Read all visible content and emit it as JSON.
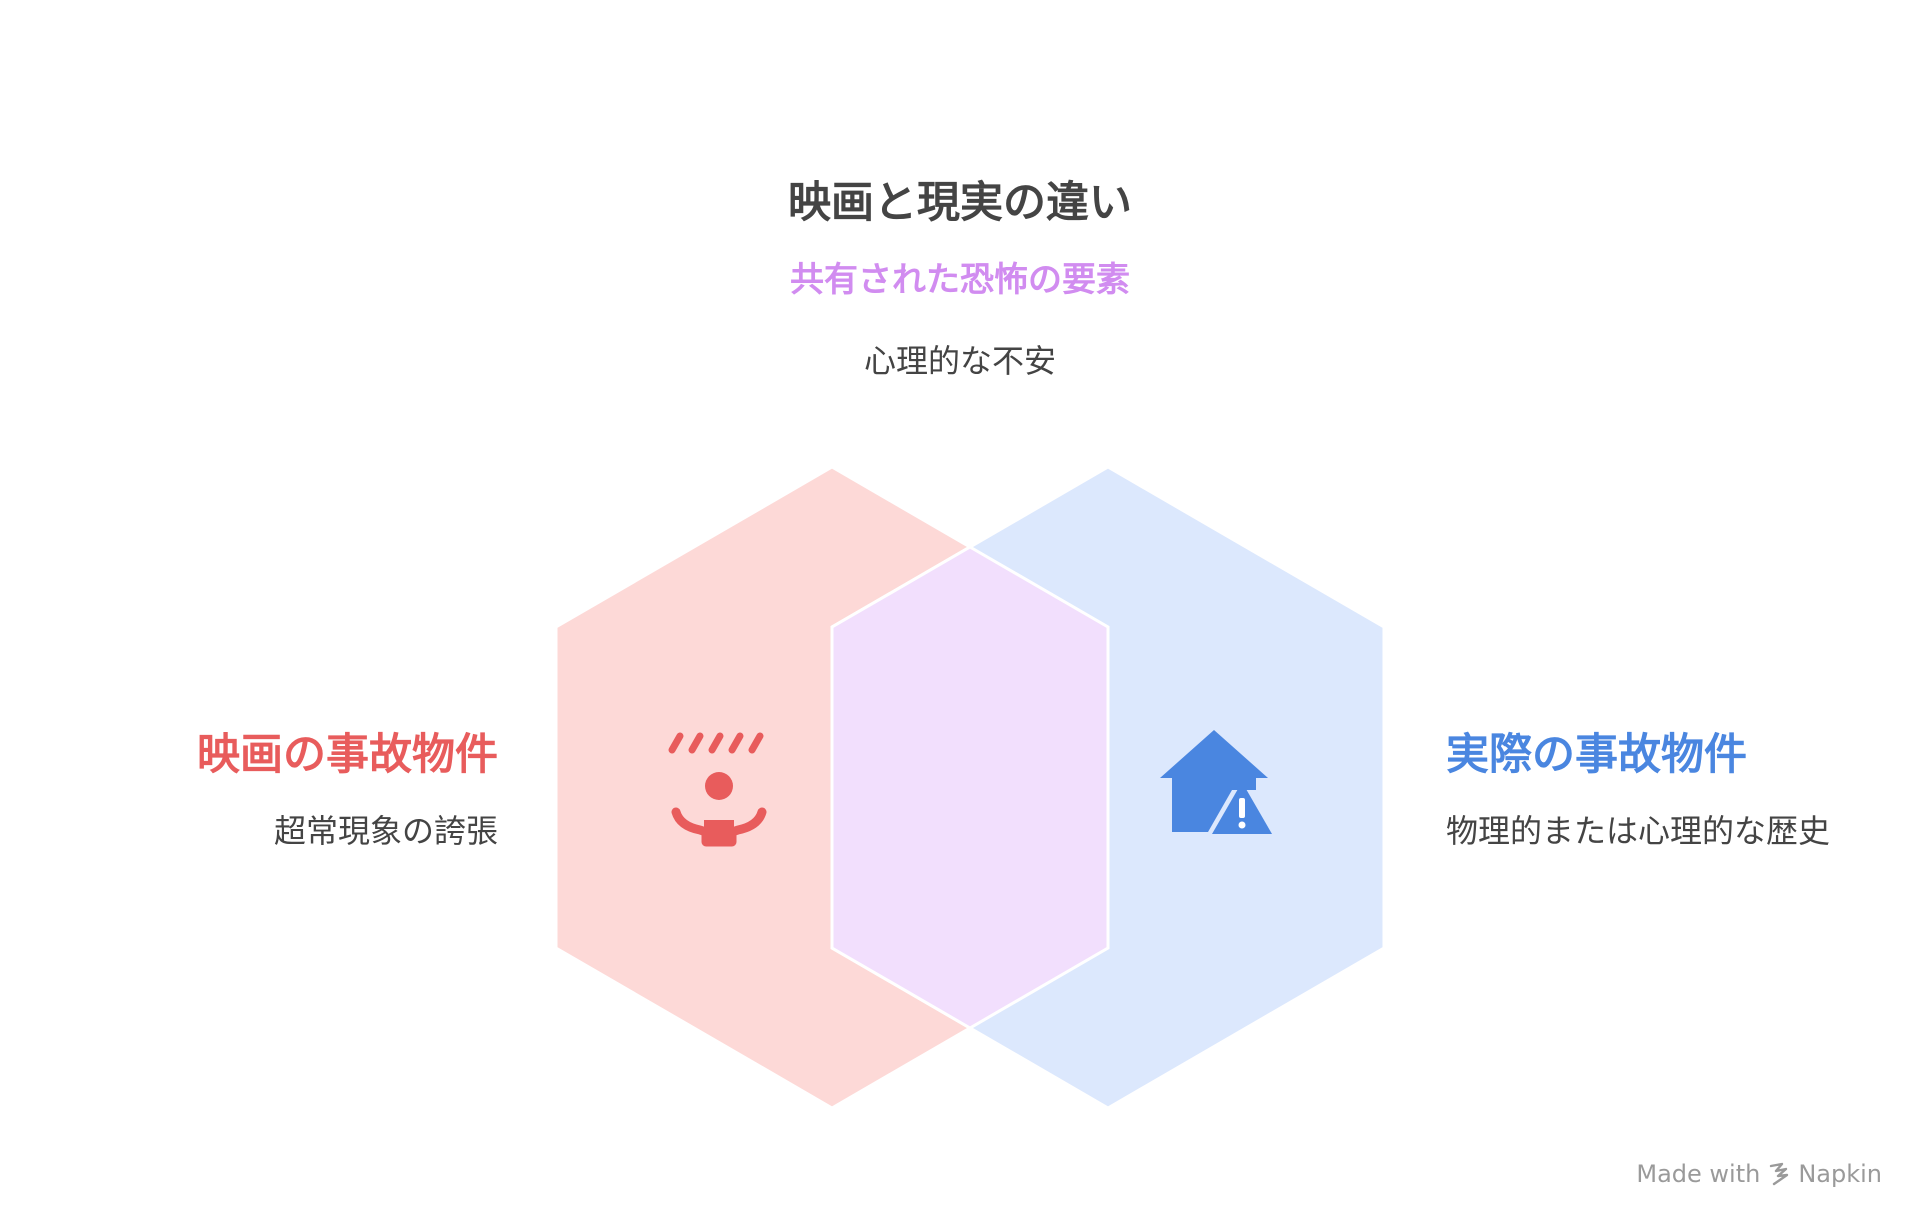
{
  "title": "映画と現実の違い",
  "shared": {
    "label": "共有された恐怖の要素",
    "description": "心理的な不安",
    "color": "#d18cf0",
    "fill": "#f2dffd"
  },
  "left": {
    "label": "映画の事故物件",
    "description": "超常現象の誇張",
    "color": "#e85c5c",
    "fill": "#fdd9d7",
    "icon": "shrugging-person-icon"
  },
  "right": {
    "label": "実際の事故物件",
    "description": "物理的または心理的な歴史",
    "color": "#4a86e0",
    "fill": "#dce8fd",
    "icon": "house-warning-icon"
  },
  "footer": {
    "made_with": "Made with",
    "brand": "Napkin"
  }
}
